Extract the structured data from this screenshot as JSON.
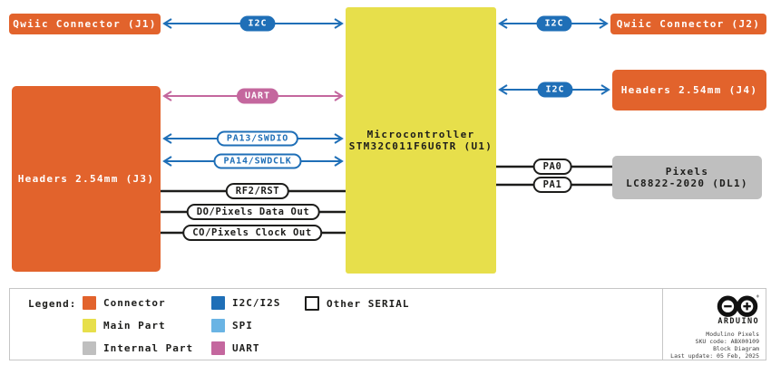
{
  "colors": {
    "connector": "#e2632c",
    "main_part": "#e7df4b",
    "internal_part": "#bfbfbf",
    "i2c": "#1f6fb7",
    "spi": "#6ab4e4",
    "uart": "#c4679e",
    "other_serial": "#ffffff",
    "wire_black": "#1d1d1b"
  },
  "boxes": {
    "j1": {
      "label": "Qwiic Connector (J1)"
    },
    "j2": {
      "label": "Qwiic Connector (J2)"
    },
    "j3": {
      "label": "Headers 2.54mm (J3)"
    },
    "j4": {
      "label": "Headers 2.54mm (J4)"
    },
    "mcu": {
      "line1": "Microcontroller",
      "line2": "STM32C011F6U6TR (U1)"
    },
    "pixels": {
      "line1": "Pixels",
      "line2": "LC8822-2020 (DL1)"
    }
  },
  "pills": {
    "i2c_j1": "I2C",
    "i2c_j2": "I2C",
    "i2c_j4": "I2C",
    "uart": "UART",
    "pa13": "PA13/SWDIO",
    "pa14": "PA14/SWDCLK",
    "rf2": "RF2/RST",
    "pixels_data": "DO/Pixels Data Out",
    "pixels_clock": "CO/Pixels Clock Out",
    "pa0": "PA0",
    "pa1": "PA1"
  },
  "legend": {
    "title": "Legend:",
    "items": [
      {
        "label": "Connector",
        "color": "#e2632c"
      },
      {
        "label": "Main Part",
        "color": "#e7df4b"
      },
      {
        "label": "Internal Part",
        "color": "#bfbfbf"
      },
      {
        "label": "I2C/I2S",
        "color": "#1f6fb7"
      },
      {
        "label": "SPI",
        "color": "#6ab4e4"
      },
      {
        "label": "UART",
        "color": "#c4679e"
      },
      {
        "label": "Other SERIAL",
        "color": "#ffffff"
      }
    ]
  },
  "footer": {
    "brand": "ARDUINO",
    "product": "Modulino Pixels",
    "sku": "SKU code: ABX00109",
    "doc_type": "Block Diagram",
    "last_update": "Last update: 05 Feb, 2025"
  }
}
